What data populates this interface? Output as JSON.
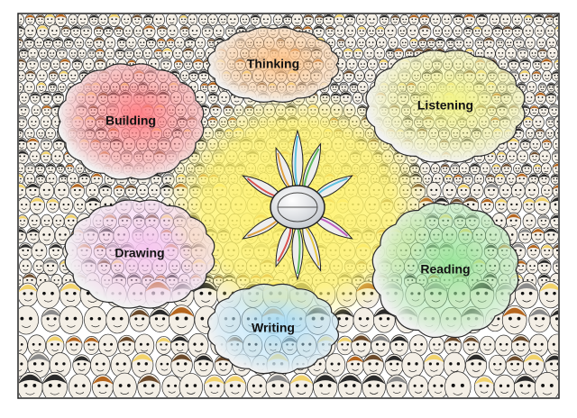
{
  "diagram": {
    "background_color": "#ffffff",
    "frame_color": "#222222",
    "crowd_fill_color": "#f4efe6",
    "crowd_line_color": "#2a2a2a",
    "hub_halo_color": "#fff36b",
    "hub_color": "#c8ccd2",
    "center_icon": "eye-hub-icon",
    "clouds": [
      {
        "id": "building",
        "label": "Building",
        "color": "#ff7f86"
      },
      {
        "id": "thinking",
        "label": "Thinking",
        "color": "#ffc48a"
      },
      {
        "id": "listening",
        "label": "Listening",
        "color": "#f3f58a"
      },
      {
        "id": "drawing",
        "label": "Drawing",
        "color": "#f6c6f0"
      },
      {
        "id": "reading",
        "label": "Reading",
        "color": "#9ae59a"
      },
      {
        "id": "writing",
        "label": "Writing",
        "color": "#a9dcf6"
      }
    ],
    "petal_colors": [
      "#d9534f",
      "#e0a040",
      "#5cb85c",
      "#5bc0de",
      "#c060c0",
      "#e8c840"
    ]
  }
}
